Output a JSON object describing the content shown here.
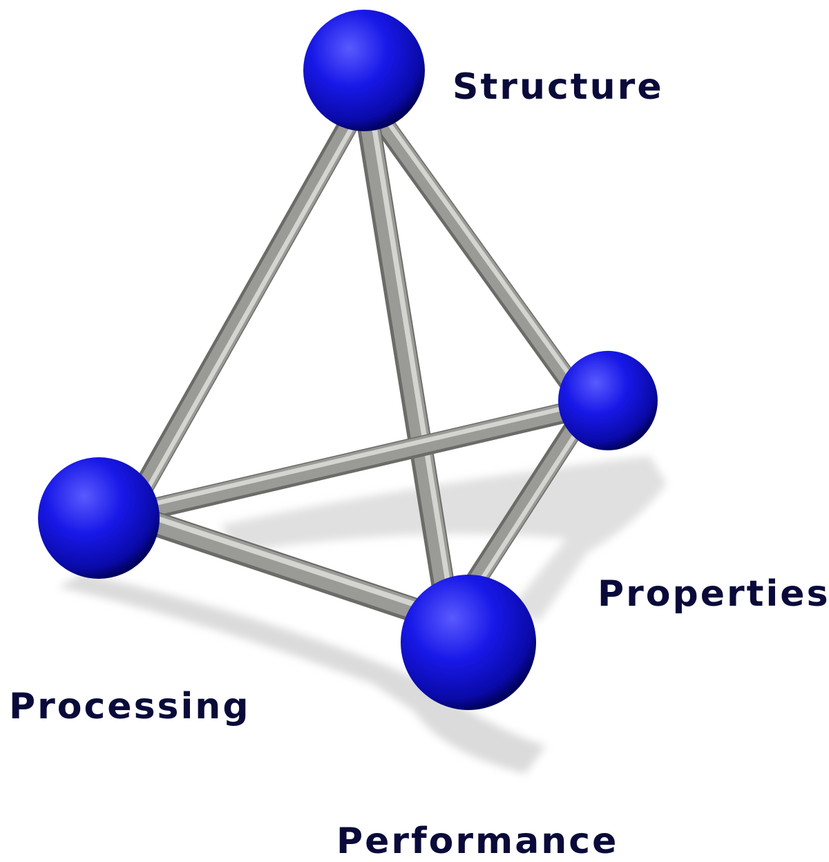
{
  "diagram": {
    "nodes": {
      "top": {
        "label": "Structure"
      },
      "right": {
        "label": "Properties"
      },
      "left": {
        "label": "Processing"
      },
      "bottom": {
        "label": "Performance"
      }
    },
    "edges": [
      [
        "top",
        "left"
      ],
      [
        "top",
        "right"
      ],
      [
        "top",
        "bottom"
      ],
      [
        "left",
        "right"
      ],
      [
        "left",
        "bottom"
      ],
      [
        "right",
        "bottom"
      ]
    ]
  },
  "colors": {
    "node": "#1a1aee",
    "node_dark": "#00007a",
    "rod": "#9a9a96",
    "rod_highlight": "#d4d4d0",
    "rod_shadow": "#6b6b68",
    "shadow": "#cfcfcf",
    "label": "#0a0a3a"
  }
}
